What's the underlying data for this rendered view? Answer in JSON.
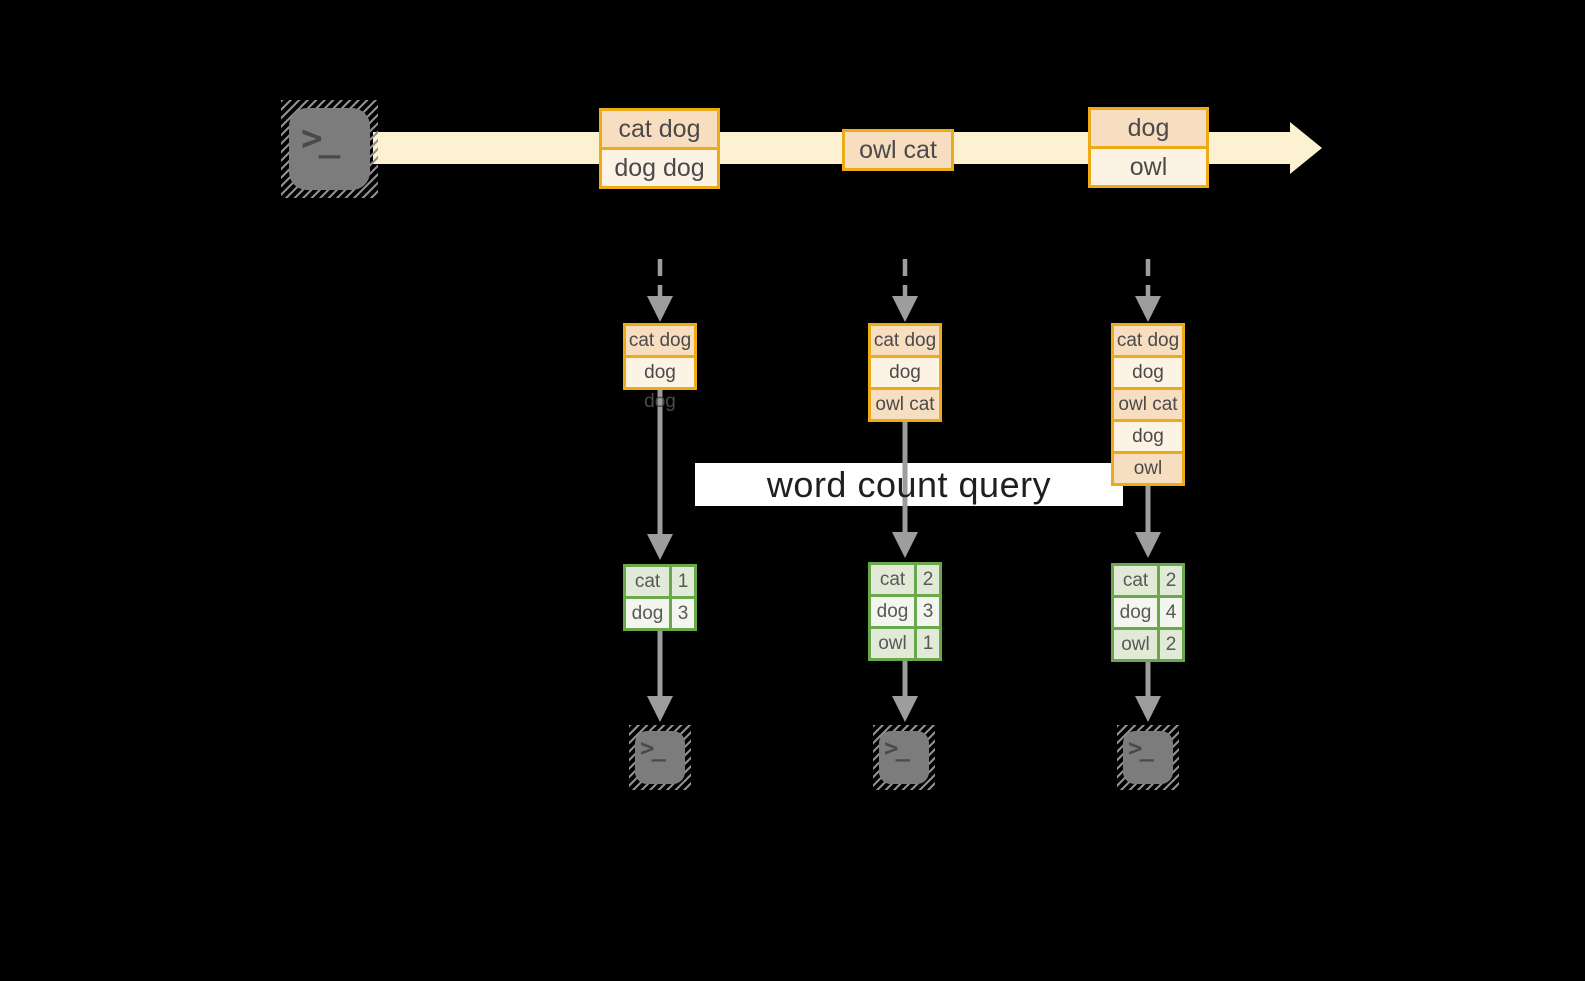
{
  "diagram": {
    "stream": {
      "source_icon": "terminal-icon",
      "events": [
        {
          "lines": [
            "cat dog",
            "dog dog"
          ]
        },
        {
          "lines": [
            "owl cat"
          ]
        },
        {
          "lines": [
            "dog",
            "owl"
          ]
        }
      ]
    },
    "query_label": "word count query",
    "columns": [
      {
        "buffer": [
          "cat dog",
          "dog dog"
        ],
        "counts": [
          {
            "word": "cat",
            "count": "1"
          },
          {
            "word": "dog",
            "count": "3"
          }
        ],
        "sink_icon": "terminal-icon"
      },
      {
        "buffer": [
          "cat dog",
          "dog dog",
          "owl cat"
        ],
        "counts": [
          {
            "word": "cat",
            "count": "2"
          },
          {
            "word": "dog",
            "count": "3"
          },
          {
            "word": "owl",
            "count": "1"
          }
        ],
        "sink_icon": "terminal-icon"
      },
      {
        "buffer": [
          "cat dog",
          "dog dog",
          "owl cat",
          "dog",
          "owl"
        ],
        "counts": [
          {
            "word": "cat",
            "count": "2"
          },
          {
            "word": "dog",
            "count": "4"
          },
          {
            "word": "owl",
            "count": "2"
          }
        ],
        "sink_icon": "terminal-icon"
      }
    ],
    "terminal_glyph": ">_"
  },
  "colors": {
    "background": "#000000",
    "stream_band": "#fcf2d1",
    "event_border": "#eeab18",
    "event_fill_dark": "#f8dec1",
    "event_fill_light": "#fdf3e4",
    "table_border": "#6aa84c",
    "table_fill_dark": "#e1ead7",
    "table_fill_light": "#f3f6ef",
    "arrow_gray": "#9d9d9d",
    "terminal_gray": "#7c7c7c",
    "query_bar_bg": "#ffffff",
    "text_dark": "#4a4a4a"
  }
}
